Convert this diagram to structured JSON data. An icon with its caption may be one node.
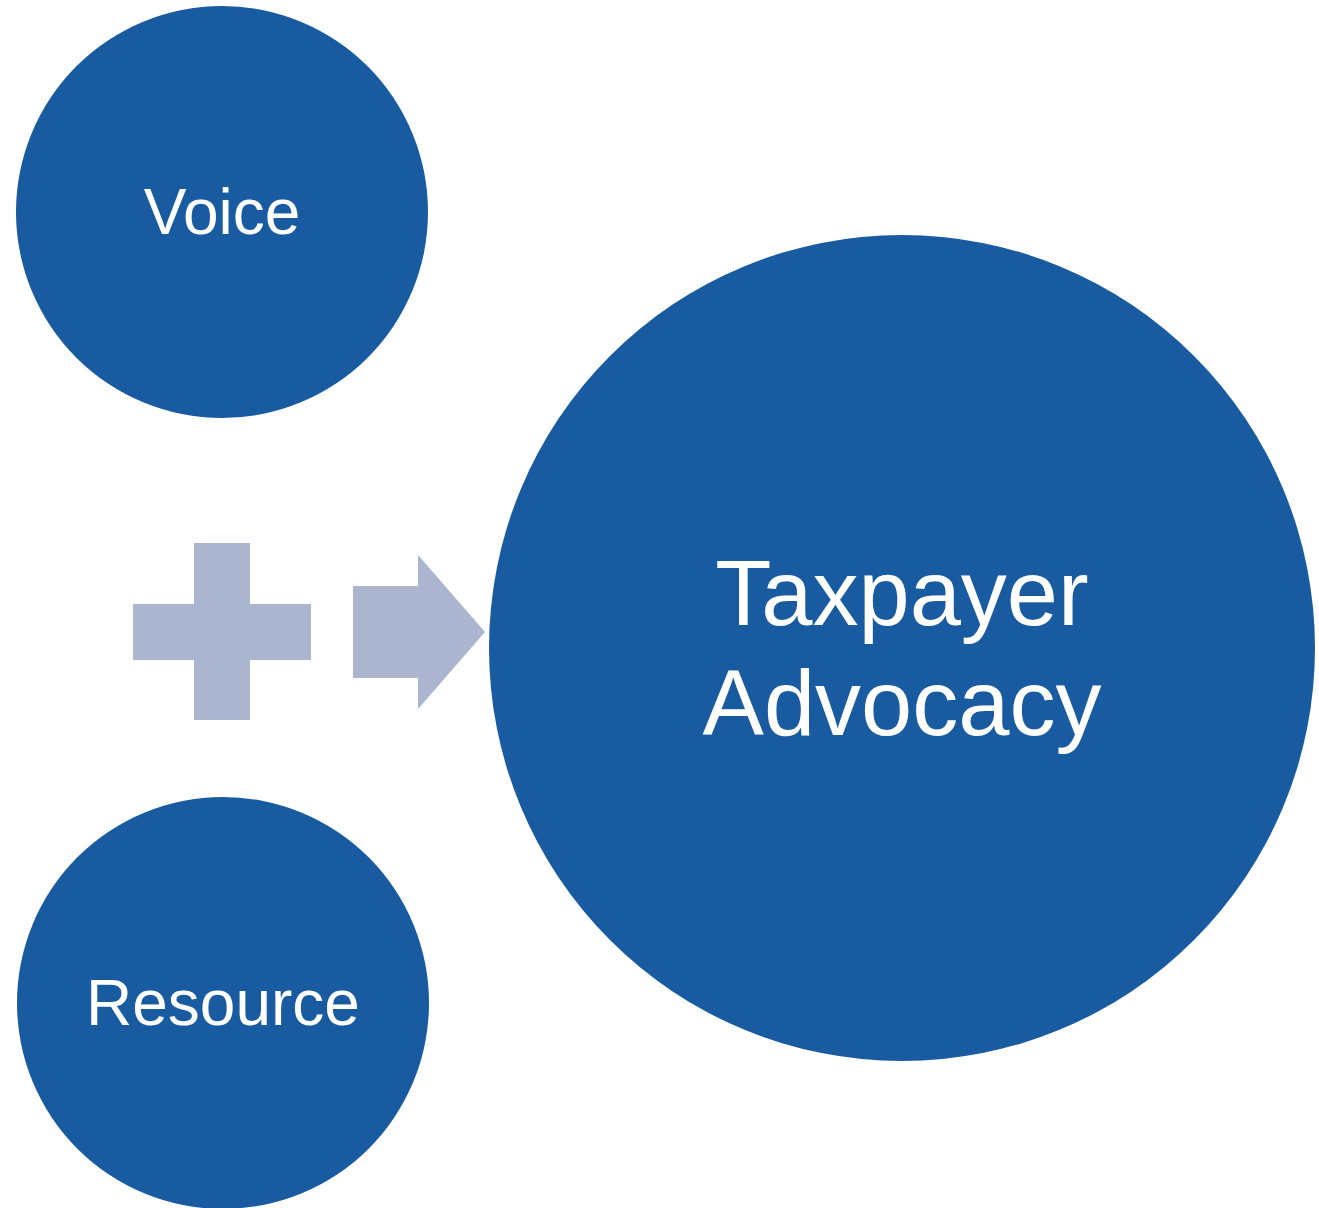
{
  "diagram": {
    "nodes": [
      {
        "text": [
          "Voice"
        ]
      },
      {
        "text": [
          "Resource"
        ]
      },
      {
        "text": [
          "Taxpayer Advocacy"
        ]
      }
    ],
    "edges": [
      {
        "from": null,
        "to": 2,
        "arrow": "to",
        "color": "#abb5cf"
      }
    ]
  }
}
